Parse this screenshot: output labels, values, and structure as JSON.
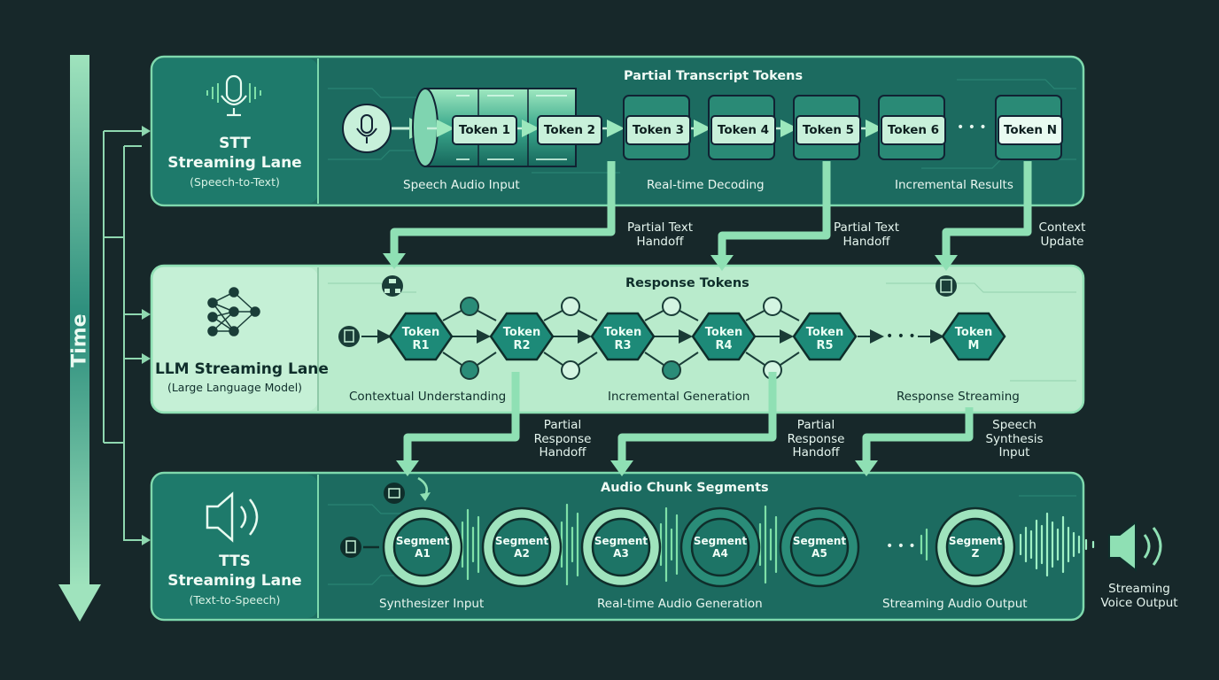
{
  "time_label": "Time",
  "stt": {
    "title_line1": "STT",
    "title_line2": "Streaming Lane",
    "subtitle": "(Speech-to-Text)",
    "header": "Partial Transcript Tokens",
    "tokens": [
      "Token 1",
      "Token 2",
      "Token 3",
      "Token 4",
      "Token 5",
      "Token 6",
      "Token N"
    ],
    "ellipsis": "• • •",
    "captions": [
      "Speech Audio Input",
      "Real-time Decoding",
      "Incremental Results"
    ]
  },
  "handoffs_top": [
    {
      "line1": "Partial Text",
      "line2": "Handoff"
    },
    {
      "line1": "Partial Text",
      "line2": "Handoff"
    },
    {
      "line1": "Context",
      "line2": "Update"
    }
  ],
  "llm": {
    "title_line1": "LLM Streaming Lane",
    "subtitle": "(Large Language Model)",
    "header": "Response Tokens",
    "tokens": [
      {
        "l1": "Token",
        "l2": "R1"
      },
      {
        "l1": "Token",
        "l2": "R2"
      },
      {
        "l1": "Token",
        "l2": "R3"
      },
      {
        "l1": "Token",
        "l2": "R4"
      },
      {
        "l1": "Token",
        "l2": "R5"
      },
      {
        "l1": "Token",
        "l2": "M"
      }
    ],
    "ellipsis": "• • •",
    "captions": [
      "Contextual Understanding",
      "Incremental Generation",
      "Response Streaming"
    ]
  },
  "handoffs_bottom": [
    {
      "line1": "Partial",
      "line2": "Response",
      "line3": "Handoff"
    },
    {
      "line1": "Partial",
      "line2": "Response",
      "line3": "Handoff"
    },
    {
      "line1": "Speech",
      "line2": "Synthesis",
      "line3": "Input"
    }
  ],
  "tts": {
    "title_line1": "TTS",
    "title_line2": "Streaming Lane",
    "subtitle": "(Text-to-Speech)",
    "header": "Audio Chunk Segments",
    "segments": [
      {
        "l1": "Segment",
        "l2": "A1"
      },
      {
        "l1": "Segment",
        "l2": "A2"
      },
      {
        "l1": "Segment",
        "l2": "A3"
      },
      {
        "l1": "Segment",
        "l2": "A4"
      },
      {
        "l1": "Segment",
        "l2": "A5"
      },
      {
        "l1": "Segment",
        "l2": "Z"
      }
    ],
    "ellipsis": "• • •",
    "captions": [
      "Synthesizer Input",
      "Real-time Audio Generation",
      "Streaming Audio Output"
    ]
  },
  "output": {
    "line1": "Streaming",
    "line2": "Voice Output"
  },
  "colors": {
    "bg": "#17282a",
    "lane_dark": "#1f6e62",
    "lane_light": "#b9ebcc",
    "accent": "#7ee0a8",
    "teal": "#1d8a78"
  }
}
